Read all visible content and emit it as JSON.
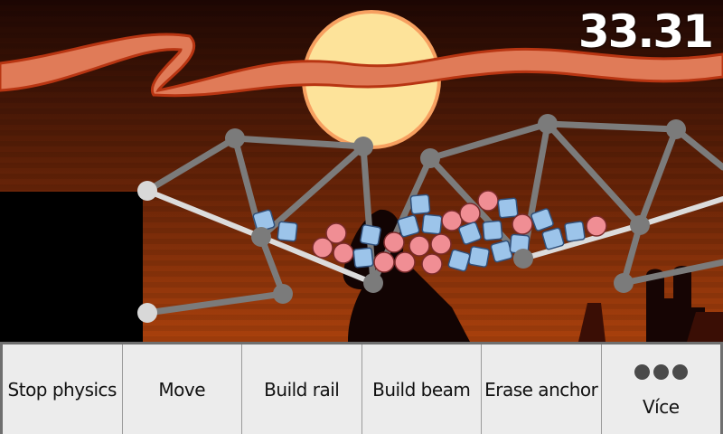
{
  "hud": {
    "timer": "33.31"
  },
  "menu": {
    "items": [
      {
        "label": "Stop physics"
      },
      {
        "label": "Move"
      },
      {
        "label": "Build rail"
      },
      {
        "label": "Build beam"
      },
      {
        "label": "Erase anchor"
      },
      {
        "label": "Více",
        "icon": "more-dots-icon"
      }
    ]
  },
  "colors": {
    "sky_top": "#2a0c05",
    "sky_bottom": "#c2480f",
    "sun": "#fde39a",
    "sun_ring": "#f7a060",
    "beam": "#7b7b7b",
    "rail": "#dcdcdc",
    "ribbon": "#e07b58"
  }
}
